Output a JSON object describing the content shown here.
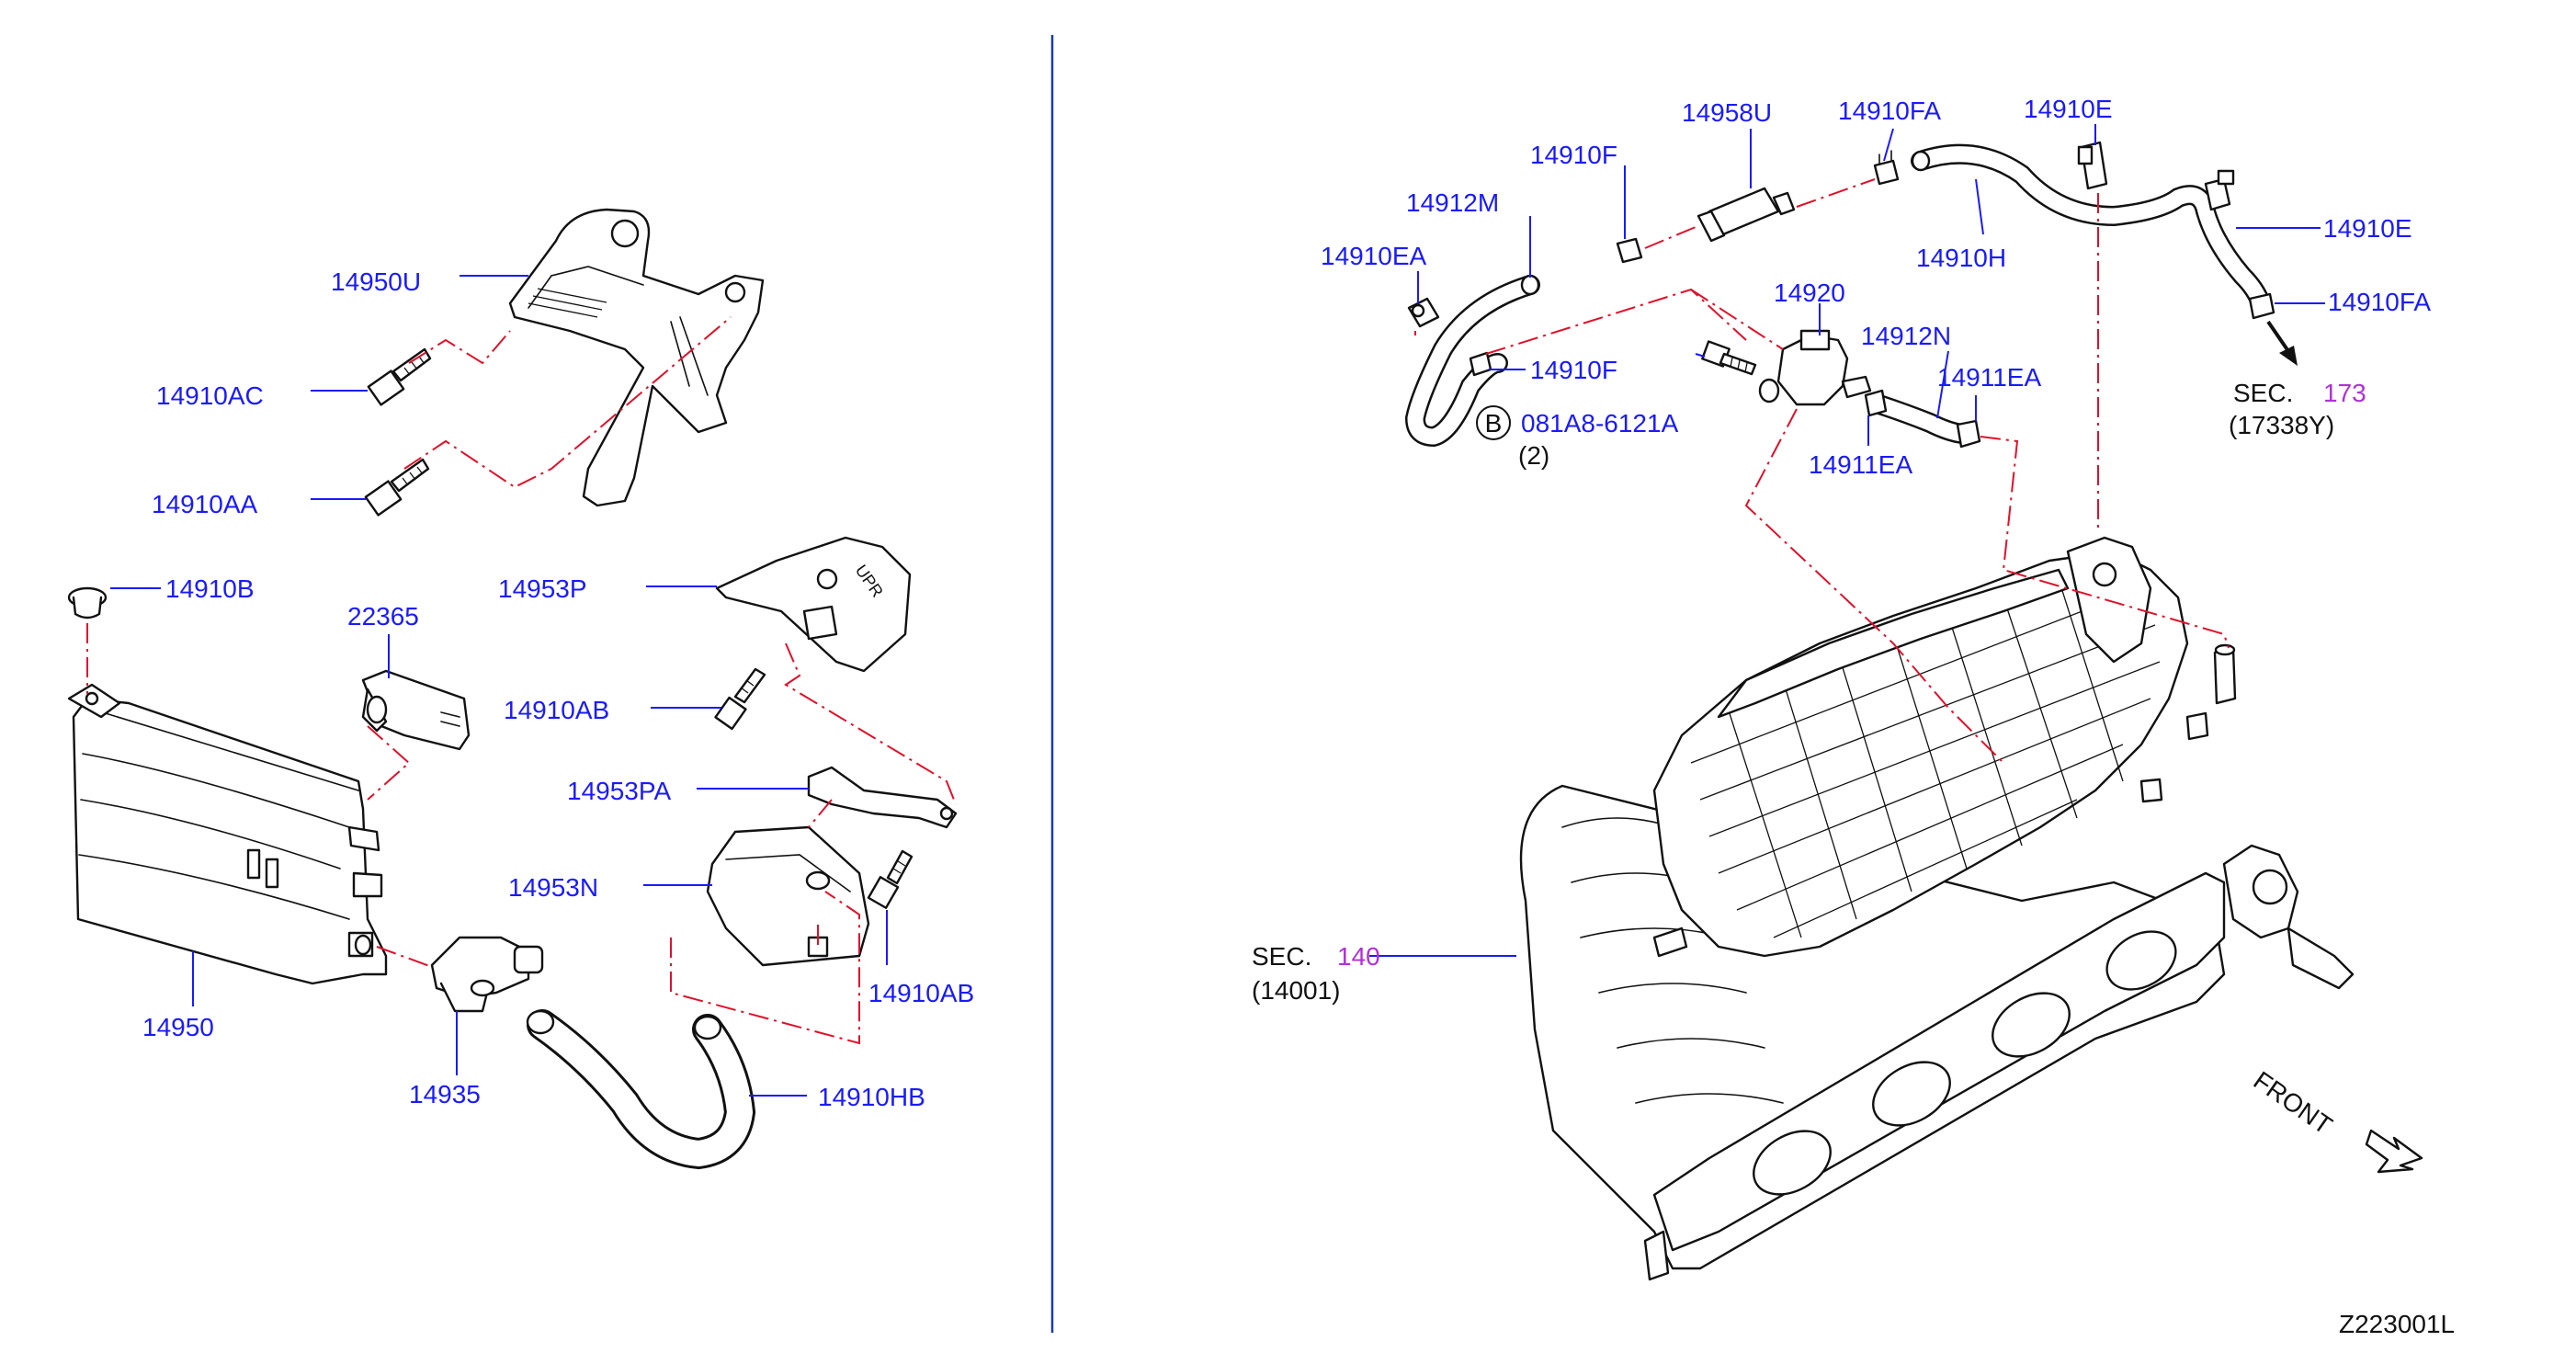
{
  "diagram_code": "Z223001L",
  "colors": {
    "label": "#1a1aff",
    "dashed_leader": "#e0102a",
    "section_ref": "#b030d8",
    "divider": "#1a3aa8",
    "lines": "#111111"
  },
  "parts": {
    "p14950U": "14950U",
    "p14910AC": "14910AC",
    "p14910AA": "14910AA",
    "p14910B": "14910B",
    "p22365": "22365",
    "p14953P": "14953P",
    "p14910AB_top": "14910AB",
    "p14953PA": "14953PA",
    "p14953N": "14953N",
    "p14910AB_bottom": "14910AB",
    "p14950": "14950",
    "p14935": "14935",
    "p14910HB": "14910HB",
    "p14958U": "14958U",
    "p14910FA_top": "14910FA",
    "p14910E_top": "14910E",
    "p14910F_top": "14910F",
    "p14912M": "14912M",
    "p14910EA": "14910EA",
    "p14910E_right": "14910E",
    "p14910H": "14910H",
    "p14920": "14920",
    "p14910FA_right": "14910FA",
    "p14910F_mid": "14910F",
    "p14912N": "14912N",
    "p14911EA_top": "14911EA",
    "p14911EA_bottom": "14911EA",
    "bolt_code": "081A8-6121A",
    "bolt_qty": "(2)",
    "bolt_badge": "B"
  },
  "section_refs": {
    "sec173": {
      "prefix": "SEC.",
      "number": "173",
      "ref": "(17338Y)"
    },
    "sec140": {
      "prefix": "SEC.",
      "number": "140",
      "ref": "(14001)"
    }
  },
  "front_label": "FRONT",
  "icons": [
    "front-direction-arrow-icon",
    "bolt-icon",
    "clamp-icon",
    "hose-icon"
  ]
}
